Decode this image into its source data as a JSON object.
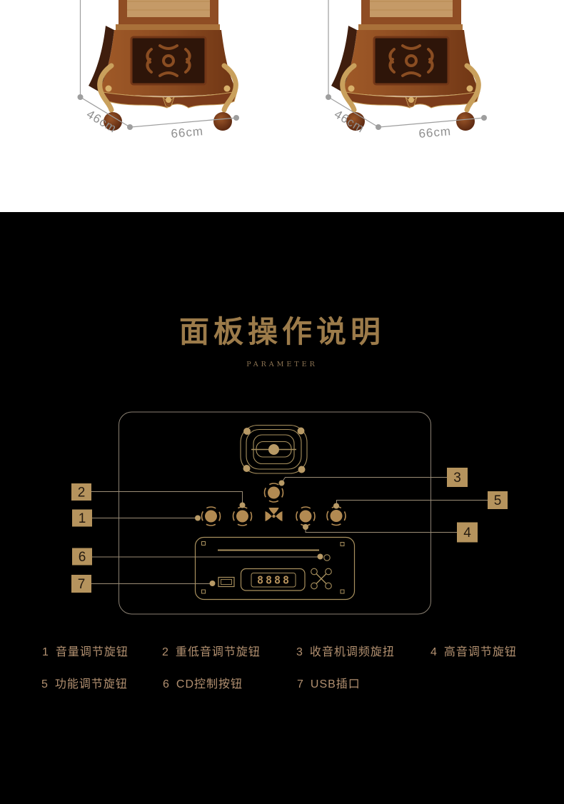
{
  "top": {
    "products": [
      {
        "name": "left-cabinet",
        "depth": "46cm",
        "width": "66cm"
      },
      {
        "name": "right-cabinet",
        "depth": "46cm",
        "width": "66cm"
      }
    ]
  },
  "panel": {
    "title": "面板操作说明",
    "subtitle": "PARAMETER",
    "display": "8888",
    "callouts": [
      {
        "num": "1",
        "label": "音量调节旋钮"
      },
      {
        "num": "2",
        "label": "重低音调节旋钮"
      },
      {
        "num": "3",
        "label": "收音机调频旋扭"
      },
      {
        "num": "4",
        "label": "高音调节旋钮"
      },
      {
        "num": "5",
        "label": "功能调节旋钮"
      },
      {
        "num": "6",
        "label": "CD控制按钮"
      },
      {
        "num": "7",
        "label": "USB插口"
      }
    ]
  },
  "colors": {
    "diagram_gold": "#a8905e",
    "knob_gold": "#b28a52",
    "label_box": "#b5935d",
    "label_num": "#241a10",
    "legend_text": "#b29070",
    "title_gold": "#9c7b4a",
    "dim_line": "#9e9e9e",
    "dim_text": "#8f8f8f",
    "top_bg": "#ffffff",
    "panel_bg": "#000000"
  }
}
